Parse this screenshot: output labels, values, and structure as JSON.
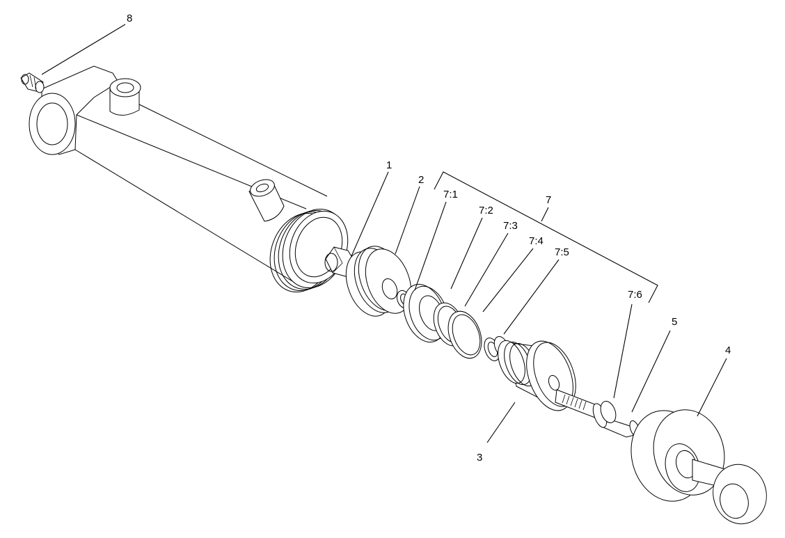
{
  "diagram": {
    "callouts": {
      "c1": "1",
      "c2": "2",
      "c3": "3",
      "c4": "4",
      "c5": "5",
      "c7": "7",
      "c8": "8",
      "c7_1": "7:1",
      "c7_2": "7:2",
      "c7_3": "7:3",
      "c7_4": "7:4",
      "c7_5": "7:5",
      "c7_6": "7:6"
    }
  }
}
